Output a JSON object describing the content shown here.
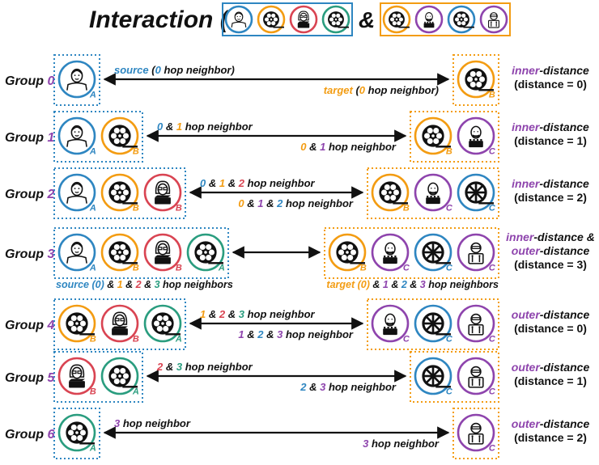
{
  "colors": {
    "blue": "#2e86c1",
    "orange": "#f39c12",
    "red": "#d94452",
    "green": "#2a9d7f",
    "purple": "#8e44ad",
    "black": "#111111"
  },
  "title": {
    "prefix": "Interaction (",
    "amp": "&",
    "left_icons": [
      "person-icon",
      "film-reel-icon",
      "woman-icon",
      "film-reel-icon"
    ],
    "left_ring_colors": [
      "blue",
      "orange",
      "red",
      "green"
    ],
    "right_icons": [
      "film-reel-icon",
      "director-icon",
      "film-reel-icon",
      "robot-person-icon"
    ],
    "right_ring_colors": [
      "orange",
      "purple",
      "blue",
      "purple"
    ]
  },
  "groups": [
    {
      "word": "Group",
      "num": "0",
      "left": [
        {
          "icon": "person-icon",
          "ring": "blue",
          "letter": "A"
        }
      ],
      "right": [
        {
          "icon": "film-reel-icon",
          "ring": "orange",
          "letter": "B"
        }
      ],
      "top_label": [
        {
          "text": "source",
          "color": "blue"
        },
        {
          "text": " (",
          "color": "black"
        },
        {
          "text": "0",
          "color": "blue"
        },
        {
          "text": " hop neighbor)",
          "color": "black"
        }
      ],
      "bottom_label": [
        {
          "text": "target",
          "color": "orange"
        },
        {
          "text": " (",
          "color": "black"
        },
        {
          "text": "0",
          "color": "orange"
        },
        {
          "text": " hop neighbor)",
          "color": "black"
        }
      ],
      "dist_main": [
        {
          "text": "inner",
          "color": "purple"
        },
        {
          "text": "-distance",
          "color": "black"
        }
      ],
      "dist_extra": [],
      "dist_value": "(distance = 0)"
    },
    {
      "word": "Group",
      "num": "1",
      "left": [
        {
          "icon": "person-icon",
          "ring": "blue",
          "letter": "A"
        },
        {
          "icon": "film-reel-icon",
          "ring": "orange",
          "letter": "B"
        }
      ],
      "right": [
        {
          "icon": "film-reel-icon",
          "ring": "orange",
          "letter": "B"
        },
        {
          "icon": "director-icon",
          "ring": "purple",
          "letter": "C"
        }
      ],
      "top_label": [
        {
          "text": "0",
          "color": "blue"
        },
        {
          "text": " & ",
          "color": "black"
        },
        {
          "text": "1",
          "color": "orange"
        },
        {
          "text": " hop neighbor",
          "color": "black"
        }
      ],
      "bottom_label": [
        {
          "text": "0",
          "color": "orange"
        },
        {
          "text": " & ",
          "color": "black"
        },
        {
          "text": "1",
          "color": "purple"
        },
        {
          "text": " hop neighbor",
          "color": "black"
        }
      ],
      "dist_main": [
        {
          "text": "inner",
          "color": "purple"
        },
        {
          "text": "-distance",
          "color": "black"
        }
      ],
      "dist_extra": [],
      "dist_value": "(distance = 1)"
    },
    {
      "word": "Group",
      "num": "2",
      "left": [
        {
          "icon": "person-icon",
          "ring": "blue",
          "letter": "A"
        },
        {
          "icon": "film-reel-icon",
          "ring": "orange",
          "letter": "B"
        },
        {
          "icon": "woman-icon",
          "ring": "red",
          "letter": "B"
        }
      ],
      "right": [
        {
          "icon": "film-reel-icon",
          "ring": "orange",
          "letter": "B"
        },
        {
          "icon": "director-icon",
          "ring": "purple",
          "letter": "C"
        },
        {
          "icon": "wheel-reel-icon",
          "ring": "blue",
          "letter": "C"
        }
      ],
      "top_label": [
        {
          "text": "0",
          "color": "blue"
        },
        {
          "text": " & ",
          "color": "black"
        },
        {
          "text": "1",
          "color": "orange"
        },
        {
          "text": " & ",
          "color": "black"
        },
        {
          "text": "2",
          "color": "red"
        },
        {
          "text": " hop neighbor",
          "color": "black"
        }
      ],
      "bottom_label": [
        {
          "text": "0",
          "color": "orange"
        },
        {
          "text": " & ",
          "color": "black"
        },
        {
          "text": "1",
          "color": "purple"
        },
        {
          "text": " & ",
          "color": "black"
        },
        {
          "text": "2",
          "color": "blue"
        },
        {
          "text": " hop neighbor",
          "color": "black"
        }
      ],
      "dist_main": [
        {
          "text": "inner",
          "color": "purple"
        },
        {
          "text": "-distance",
          "color": "black"
        }
      ],
      "dist_extra": [],
      "dist_value": "(distance = 2)"
    },
    {
      "word": "Group",
      "num": "3",
      "left": [
        {
          "icon": "person-icon",
          "ring": "blue",
          "letter": "A"
        },
        {
          "icon": "film-reel-icon",
          "ring": "orange",
          "letter": "B"
        },
        {
          "icon": "woman-icon",
          "ring": "red",
          "letter": "B"
        },
        {
          "icon": "film-reel-icon",
          "ring": "green",
          "letter": "A"
        }
      ],
      "right": [
        {
          "icon": "film-reel-icon",
          "ring": "orange",
          "letter": "B"
        },
        {
          "icon": "director-icon",
          "ring": "purple",
          "letter": "C"
        },
        {
          "icon": "wheel-reel-icon",
          "ring": "blue",
          "letter": "C"
        },
        {
          "icon": "robot-person-icon",
          "ring": "purple",
          "letter": "C"
        }
      ],
      "top_label": [],
      "bottom_label": [],
      "left_caption": [
        {
          "text": "source (0)",
          "color": "blue"
        },
        {
          "text": " & ",
          "color": "black"
        },
        {
          "text": "1",
          "color": "orange"
        },
        {
          "text": " & ",
          "color": "black"
        },
        {
          "text": "2",
          "color": "red"
        },
        {
          "text": " & ",
          "color": "black"
        },
        {
          "text": "3",
          "color": "green"
        },
        {
          "text": " hop neighbors",
          "color": "black"
        }
      ],
      "right_caption": [
        {
          "text": "target (0)",
          "color": "orange"
        },
        {
          "text": " & ",
          "color": "black"
        },
        {
          "text": "1",
          "color": "purple"
        },
        {
          "text": " & ",
          "color": "black"
        },
        {
          "text": "2",
          "color": "blue"
        },
        {
          "text": " & ",
          "color": "black"
        },
        {
          "text": "3",
          "color": "purple"
        },
        {
          "text": " hop neighbors",
          "color": "black"
        }
      ],
      "dist_main": [
        {
          "text": "inner",
          "color": "purple"
        },
        {
          "text": "-distance &",
          "color": "black"
        }
      ],
      "dist_extra": [
        {
          "text": "outer",
          "color": "purple"
        },
        {
          "text": "-distance",
          "color": "black"
        }
      ],
      "dist_value": "(distance = 3)"
    },
    {
      "word": "Group",
      "num": "4",
      "left": [
        {
          "icon": "film-reel-icon",
          "ring": "orange",
          "letter": "B"
        },
        {
          "icon": "woman-icon",
          "ring": "red",
          "letter": "B"
        },
        {
          "icon": "film-reel-icon",
          "ring": "green",
          "letter": "A"
        }
      ],
      "right": [
        {
          "icon": "director-icon",
          "ring": "purple",
          "letter": "C"
        },
        {
          "icon": "wheel-reel-icon",
          "ring": "blue",
          "letter": "C"
        },
        {
          "icon": "robot-person-icon",
          "ring": "purple",
          "letter": "C"
        }
      ],
      "top_label": [
        {
          "text": "1",
          "color": "orange"
        },
        {
          "text": " & ",
          "color": "black"
        },
        {
          "text": "2",
          "color": "red"
        },
        {
          "text": " & ",
          "color": "black"
        },
        {
          "text": "3",
          "color": "green"
        },
        {
          "text": " hop neighbor",
          "color": "black"
        }
      ],
      "bottom_label": [
        {
          "text": "1",
          "color": "purple"
        },
        {
          "text": " & ",
          "color": "black"
        },
        {
          "text": "2",
          "color": "blue"
        },
        {
          "text": " & ",
          "color": "black"
        },
        {
          "text": "3",
          "color": "purple"
        },
        {
          "text": " hop neighbor",
          "color": "black"
        }
      ],
      "dist_main": [
        {
          "text": "outer",
          "color": "purple"
        },
        {
          "text": "-distance",
          "color": "black"
        }
      ],
      "dist_extra": [],
      "dist_value": "(distance = 0)"
    },
    {
      "word": "Group",
      "num": "5",
      "left": [
        {
          "icon": "woman-icon",
          "ring": "red",
          "letter": "B"
        },
        {
          "icon": "film-reel-icon",
          "ring": "green",
          "letter": "A"
        }
      ],
      "right": [
        {
          "icon": "wheel-reel-icon",
          "ring": "blue",
          "letter": "C"
        },
        {
          "icon": "robot-person-icon",
          "ring": "purple",
          "letter": "C"
        }
      ],
      "top_label": [
        {
          "text": "2",
          "color": "red"
        },
        {
          "text": " & ",
          "color": "black"
        },
        {
          "text": "3",
          "color": "green"
        },
        {
          "text": " hop neighbor",
          "color": "black"
        }
      ],
      "bottom_label": [
        {
          "text": "2",
          "color": "blue"
        },
        {
          "text": " & ",
          "color": "black"
        },
        {
          "text": "3",
          "color": "purple"
        },
        {
          "text": " hop neighbor",
          "color": "black"
        }
      ],
      "dist_main": [
        {
          "text": "outer",
          "color": "purple"
        },
        {
          "text": "-distance",
          "color": "black"
        }
      ],
      "dist_extra": [],
      "dist_value": "(distance = 1)"
    },
    {
      "word": "Group",
      "num": "6",
      "left": [
        {
          "icon": "film-reel-icon",
          "ring": "green",
          "letter": "A"
        }
      ],
      "right": [
        {
          "icon": "robot-person-icon",
          "ring": "purple",
          "letter": "C"
        }
      ],
      "top_label": [
        {
          "text": "3",
          "color": "purple"
        },
        {
          "text": " hop neighbor",
          "color": "black"
        }
      ],
      "bottom_label": [
        {
          "text": "3",
          "color": "purple"
        },
        {
          "text": " hop neighbor",
          "color": "black"
        }
      ],
      "dist_main": [
        {
          "text": "outer",
          "color": "purple"
        },
        {
          "text": "-distance",
          "color": "black"
        }
      ],
      "dist_extra": [],
      "dist_value": "(distance = 2)"
    }
  ]
}
